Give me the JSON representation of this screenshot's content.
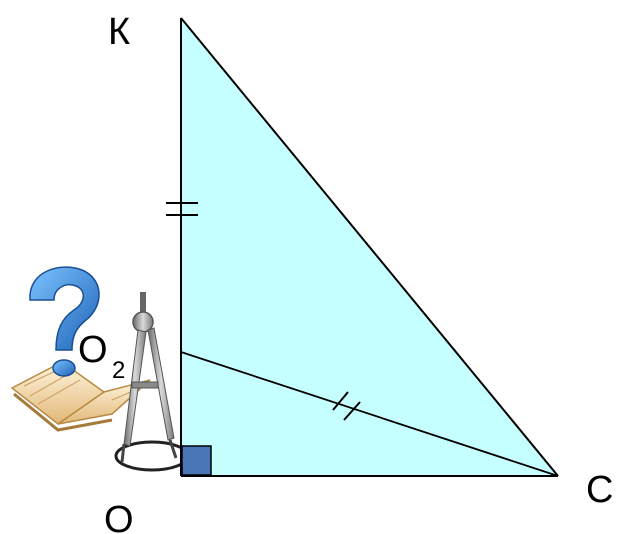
{
  "diagram": {
    "points": {
      "K": {
        "label": "К"
      },
      "O": {
        "label": "O"
      },
      "C": {
        "label": "C"
      },
      "O2": {
        "label": "O",
        "subscript": "2"
      }
    },
    "colors": {
      "triangle_fill": "#c6ffff",
      "stroke": "#000000",
      "right_angle_marker": "#4a76b8",
      "question_mark": "#2f86d6",
      "book": "#e9c58e",
      "compass": "#8a8a8a"
    },
    "decorations": [
      "question-mark-icon",
      "open-book-icon",
      "drawing-compass-icon"
    ]
  }
}
